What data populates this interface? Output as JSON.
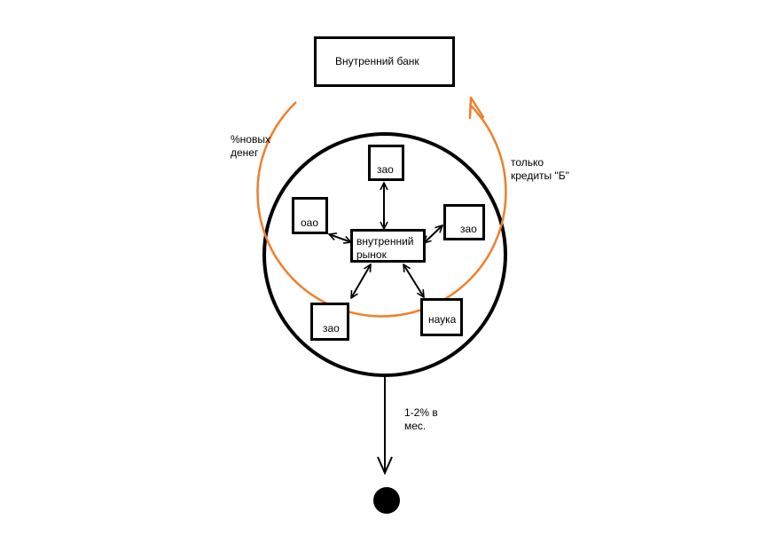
{
  "nodes": {
    "bank": "Внутренний банк",
    "market_line1": "внутренний",
    "market_line2": "рынок",
    "zao_top": "зао",
    "oao": "оао",
    "zao_right": "зао",
    "zao_bottom": "зао",
    "nauka": "наука"
  },
  "labels": {
    "new_money_line1": "%новых",
    "new_money_line2": "денег",
    "credits_line1": "только",
    "credits_line2": "кредиты \"Б\"",
    "rate_line1": "1-2% в",
    "rate_line2": "мес."
  },
  "colors": {
    "ink": "#000000",
    "flow": "#f07f2a",
    "background": "#ffffff"
  }
}
